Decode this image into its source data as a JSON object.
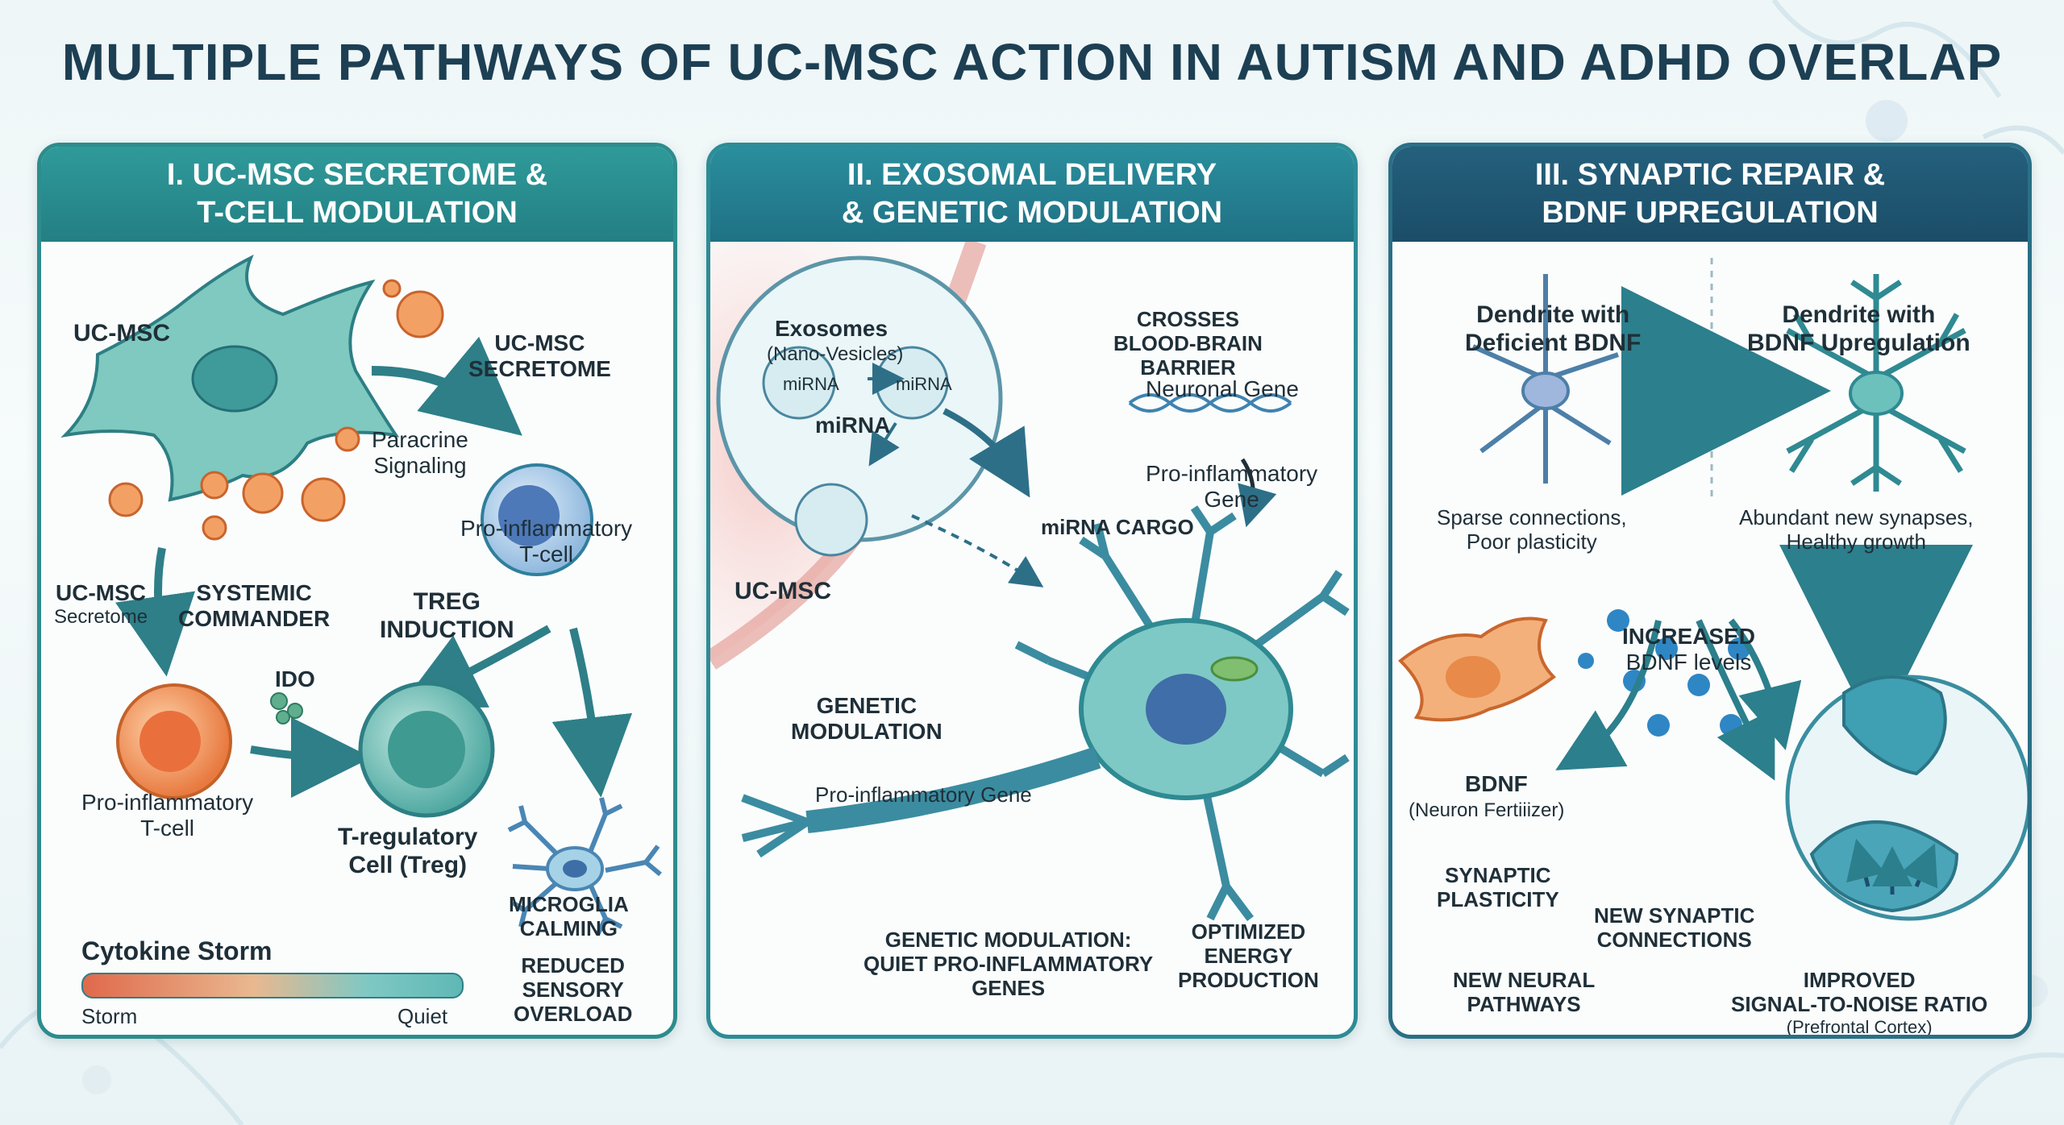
{
  "title": "MULTIPLE PATHWAYS OF UC-MSC ACTION IN AUTISM AND ADHD OVERLAP",
  "panel1": {
    "header_line1": "I. UC-MSC SECRETOME &",
    "header_line2": "T-CELL MODULATION",
    "uc_msc": "UC-MSC",
    "secretome_top_1": "UC-MSC",
    "secretome_top_2": "SECRETOME",
    "paracrine_1": "Paracrine",
    "paracrine_2": "Signaling",
    "proinf_top_1": "Pro-inflammatory",
    "proinf_top_2": "T-cell",
    "secretome_left_1": "UC-MSC",
    "secretome_left_2": "Secretome",
    "systemic_1": "SYSTEMIC",
    "systemic_2": "COMMANDER",
    "treg_induction_1": "TREG",
    "treg_induction_2": "INDUCTION",
    "ido": "IDO",
    "proinf_bottom_1": "Pro-inflammatory",
    "proinf_bottom_2": "T-cell",
    "treg_1": "T-regulatory",
    "treg_2": "Cell (Treg)",
    "microglia_1": "MICROGLIA",
    "microglia_2": "CALMING",
    "sensory_1": "REDUCED",
    "sensory_2": "SENSORY",
    "sensory_3": "OVERLOAD",
    "cytokine_title": "Cytokine Storm",
    "storm": "Storm",
    "quiet": "Quiet"
  },
  "panel2": {
    "header_line1": "II. EXOSOMAL DELIVERY",
    "header_line2": "& GENETIC MODULATION",
    "exosomes": "Exosomes",
    "nano": "(Nano-Vesicles)",
    "mirna_tag_1": "miRNA",
    "mirna_tag_2": "miRNA",
    "mirna": "miRNA",
    "crosses_1": "CROSSES",
    "crosses_2": "BLOOD-BRAIN",
    "crosses_3": "BARRIER",
    "neuronal_gene": "Neuronal Gene",
    "proinf_gene_1": "Pro-inflammatory",
    "proinf_gene_2": "Gene",
    "mirna_cargo": "miRNA CARGO",
    "uc_msc": "UC-MSC",
    "genetic_1": "GENETIC",
    "genetic_2": "MODULATION",
    "proinf_gene_inline": "Pro-inflammatory Gene",
    "quiet_1": "GENETIC MODULATION:",
    "quiet_2": "QUIET PRO-INFLAMMATORY",
    "quiet_3": "GENES",
    "energy_1": "OPTIMIZED",
    "energy_2": "ENERGY",
    "energy_3": "PRODUCTION"
  },
  "panel3": {
    "header_line1": "III. SYNAPTIC REPAIR &",
    "header_line2": "BDNF UPREGULATION",
    "deficient_1": "Dendrite with",
    "deficient_2": "Deficient BDNF",
    "upreg_1": "Dendrite with",
    "upreg_2": "BDNF Upregulation",
    "sparse_1": "Sparse connections,",
    "sparse_2": "Poor plasticity",
    "abundant_1": "Abundant new synapses,",
    "abundant_2": "Healthy growth",
    "increased_1": "INCREASED",
    "increased_2": "BDNF levels",
    "bdnf": "BDNF",
    "fertilizer": "(Neuron Fertiiizer)",
    "plasticity_1": "SYNAPTIC",
    "plasticity_2": "PLASTICITY",
    "new_conn_1": "NEW SYNAPTIC",
    "new_conn_2": "CONNECTIONS",
    "pathways_1": "NEW NEURAL",
    "pathways_2": "PATHWAYS",
    "snr_1": "IMPROVED",
    "snr_2": "SIGNAL-TO-NOISE RATIO",
    "snr_3": "(Prefrontal Cortex)"
  },
  "colors": {
    "title": "#1d3f53",
    "teal": "#2d8c8c",
    "navy": "#1b4d68",
    "orange": "#e9874f",
    "cell_teal": "#5fb8b5",
    "cell_blue": "#6fa6d6"
  }
}
